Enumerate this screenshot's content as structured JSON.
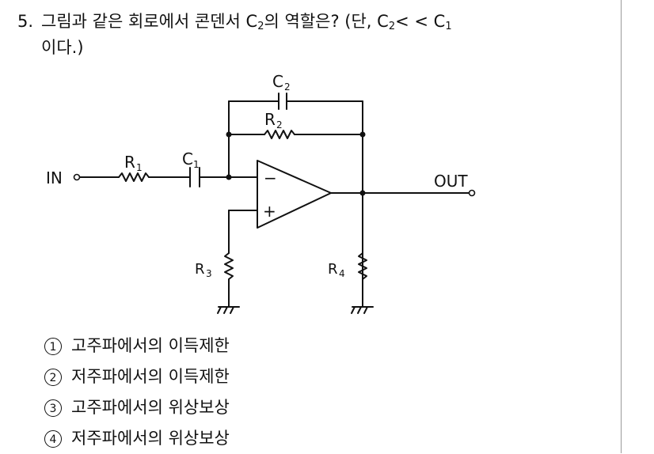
{
  "question": {
    "number": "5.",
    "text_before": "그림과 같은 회로에서 콘덴서 C",
    "sub_c2": "2",
    "text_middle": "의 역할은? (단, C",
    "sub_c2b": "2",
    "text_ineq": "< <  C",
    "sub_c1": "1",
    "line2": "이다.)"
  },
  "circuit": {
    "input_label": "IN",
    "output_label": "OUT",
    "r1": "R",
    "r1_sub": "1",
    "c1": "C",
    "c1_sub": "1",
    "c2": "C",
    "c2_sub": "2",
    "r2": "R",
    "r2_sub": "2",
    "r3": "R",
    "r3_sub": "3",
    "r4": "R",
    "r4_sub": "4",
    "minus": "−",
    "plus": "+"
  },
  "options": [
    {
      "mark": "1",
      "text": "고주파에서의 이득제한"
    },
    {
      "mark": "2",
      "text": "저주파에서의 이득제한"
    },
    {
      "mark": "3",
      "text": "고주파에서의 위상보상"
    },
    {
      "mark": "4",
      "text": "저주파에서의 위상보상"
    }
  ]
}
